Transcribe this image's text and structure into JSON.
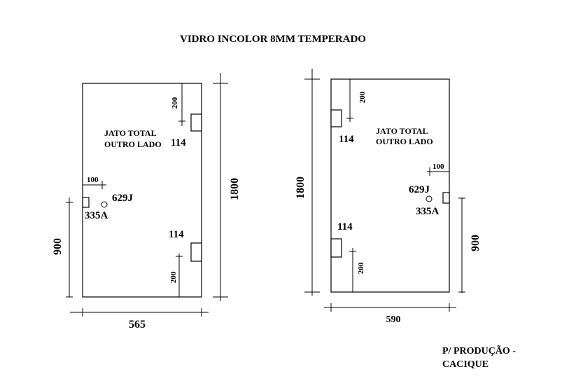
{
  "title": "VIDRO INCOLOR 8MM TEMPERADO",
  "footer": {
    "line1": "P/ PRODUÇÃO -",
    "line2": "CACIQUE"
  },
  "panel_left": {
    "note_line1": "JATO TOTAL",
    "note_line2": "OUTRO LADO",
    "hinge_top_label": "114",
    "hinge_bottom_label": "114",
    "dim_hinge_top": "200",
    "dim_hinge_bottom": "200",
    "dim_lock_offset": "100",
    "lock_label": "335A",
    "handle_label": "629J",
    "width": "565",
    "height": "1800",
    "lock_height": "900"
  },
  "panel_right": {
    "note_line1": "JATO TOTAL",
    "note_line2": "OUTRO LADO",
    "hinge_top_label": "114",
    "hinge_bottom_label": "114",
    "dim_hinge_top": "200",
    "dim_hinge_bottom": "200",
    "dim_lock_offset": "100",
    "lock_label": "335A",
    "handle_label": "629J",
    "width": "590",
    "height": "1800",
    "lock_height": "900"
  }
}
